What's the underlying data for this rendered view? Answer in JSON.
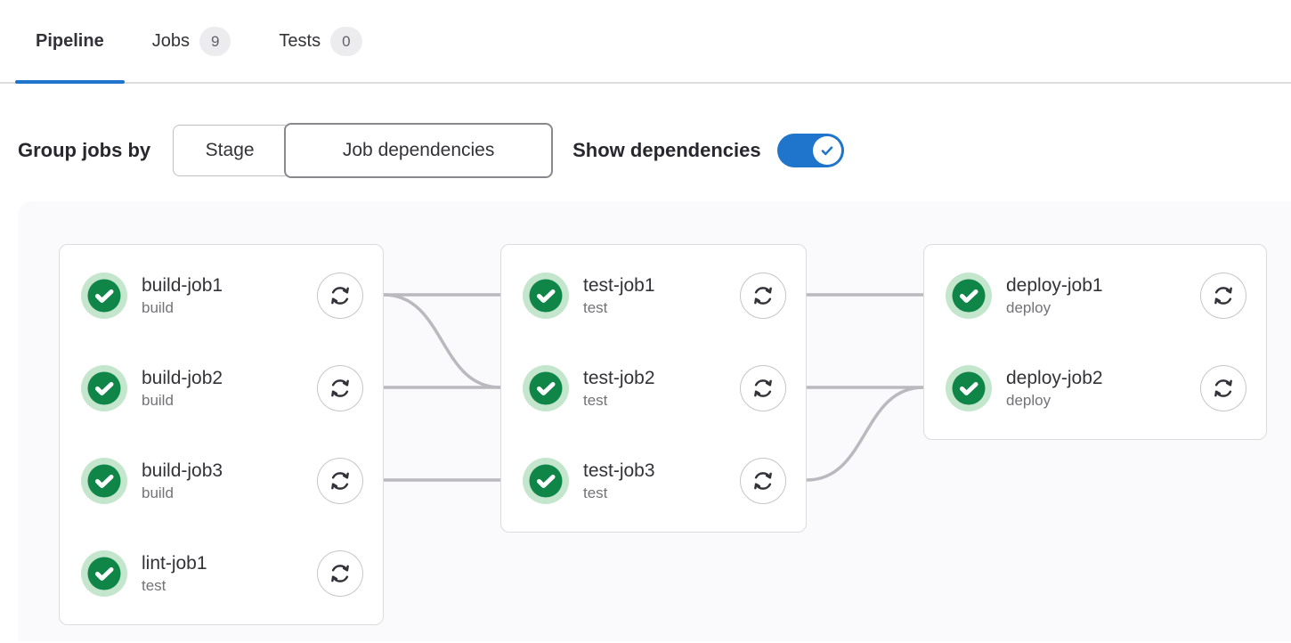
{
  "tabs": [
    {
      "label": "Pipeline",
      "active": true
    },
    {
      "label": "Jobs",
      "badge": "9"
    },
    {
      "label": "Tests",
      "badge": "0"
    }
  ],
  "controls": {
    "group_by_label": "Group jobs by",
    "group_by_options": [
      {
        "label": "Stage",
        "selected": false
      },
      {
        "label": "Job dependencies",
        "selected": true
      }
    ],
    "show_dependencies_label": "Show dependencies",
    "show_dependencies_enabled": true
  },
  "pipeline_graph": {
    "groups": [
      {
        "jobs": [
          {
            "name": "build-job1",
            "stage": "build",
            "status": "success",
            "action": "retry"
          },
          {
            "name": "build-job2",
            "stage": "build",
            "status": "success",
            "action": "retry"
          },
          {
            "name": "build-job3",
            "stage": "build",
            "status": "success",
            "action": "retry"
          },
          {
            "name": "lint-job1",
            "stage": "test",
            "status": "success",
            "action": "retry"
          }
        ]
      },
      {
        "jobs": [
          {
            "name": "test-job1",
            "stage": "test",
            "status": "success",
            "action": "retry"
          },
          {
            "name": "test-job2",
            "stage": "test",
            "status": "success",
            "action": "retry"
          },
          {
            "name": "test-job3",
            "stage": "test",
            "status": "success",
            "action": "retry"
          }
        ]
      },
      {
        "jobs": [
          {
            "name": "deploy-job1",
            "stage": "deploy",
            "status": "success",
            "action": "retry"
          },
          {
            "name": "deploy-job2",
            "stage": "deploy",
            "status": "success",
            "action": "retry"
          }
        ]
      }
    ],
    "dependencies": [
      {
        "from": "build-job1",
        "to": "test-job1"
      },
      {
        "from": "build-job1",
        "to": "test-job2"
      },
      {
        "from": "build-job2",
        "to": "test-job2"
      },
      {
        "from": "build-job3",
        "to": "test-job3"
      },
      {
        "from": "test-job1",
        "to": "deploy-job1"
      },
      {
        "from": "test-job2",
        "to": "deploy-job2"
      },
      {
        "from": "test-job3",
        "to": "deploy-job2"
      }
    ]
  },
  "icons": {
    "status_success": "status-success-icon",
    "retry": "retry-icon",
    "toggle_check": "check-icon"
  },
  "colors": {
    "accent_blue": "#1f75cb",
    "success_green": "#108548",
    "success_halo": "#c3e6cd",
    "dependency_line": "#b9b9be",
    "text_dark": "#333238",
    "text_muted": "#737278"
  }
}
